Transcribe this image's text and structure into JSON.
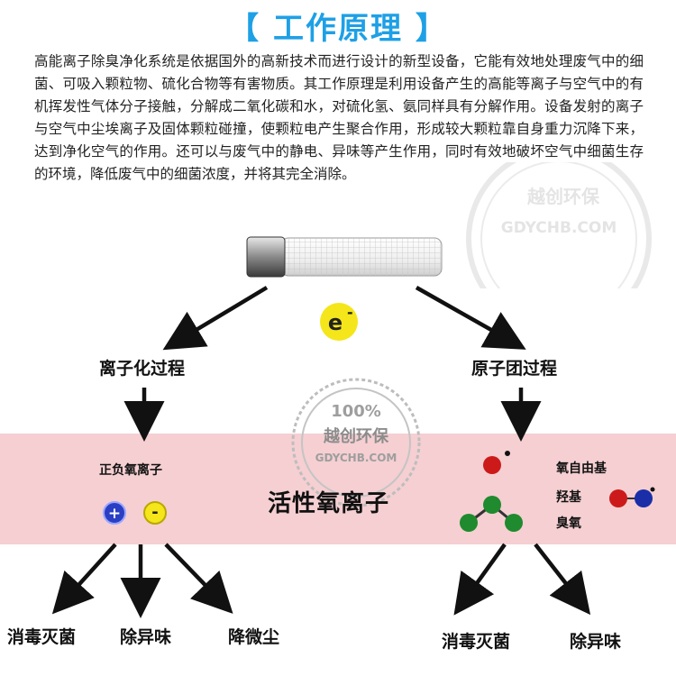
{
  "title": {
    "bracket_left": "【",
    "text": "工作原理",
    "bracket_right": "】"
  },
  "paragraph": "高能离子除臭净化系统是依据国外的高新技术而进行设计的新型设备，它能有效地处理废气中的细菌、可吸入颗粒物、硫化合物等有害物质。其工作原理是利用设备产生的高能等离子与空气中的有机挥发性气体分子接触，分解成二氧化碳和水，对硫化氢、氨同样具有分解作用。设备发射的离子与空气中尘埃离子及固体颗粒碰撞，使颗粒电产生聚合作用，形成较大颗粒靠自身重力沉降下来，达到净化空气的作用。还可以与废气中的静电、异味等产生作用，同时有效地破坏空气中细菌生存的环境，降低废气中的细菌浓度，并将其完全消除。",
  "diagram": {
    "electron_symbol": "e",
    "electron_sup": "-",
    "left_process": "离子化过程",
    "right_process": "原子团过程",
    "left_sub": "正负氧离子",
    "center_label": "活性氧离子",
    "plus_symbol": "+",
    "minus_symbol": "-",
    "right_items": [
      "氧自由基",
      "羟基",
      "臭氧"
    ],
    "left_outputs": [
      "消毒灭菌",
      "除异味",
      "降微尘"
    ],
    "right_outputs": [
      "消毒灭菌",
      "除异味"
    ]
  },
  "watermark": {
    "percent": "100%",
    "brand_cn": "越创环保",
    "domain": "GDYCHB.COM",
    "corner_domain": "GDYCHB.COM",
    "corner_brand_cn": "越创环保"
  },
  "colors": {
    "title_blue": "#1ea0e6",
    "band_pink": "#f5cfd2",
    "oxygen_red": "#cc1a1a",
    "hydrogen_blue": "#1a2ea8",
    "carbon_green": "#1f8a2e",
    "electron_yellow": "#f4e61a"
  }
}
